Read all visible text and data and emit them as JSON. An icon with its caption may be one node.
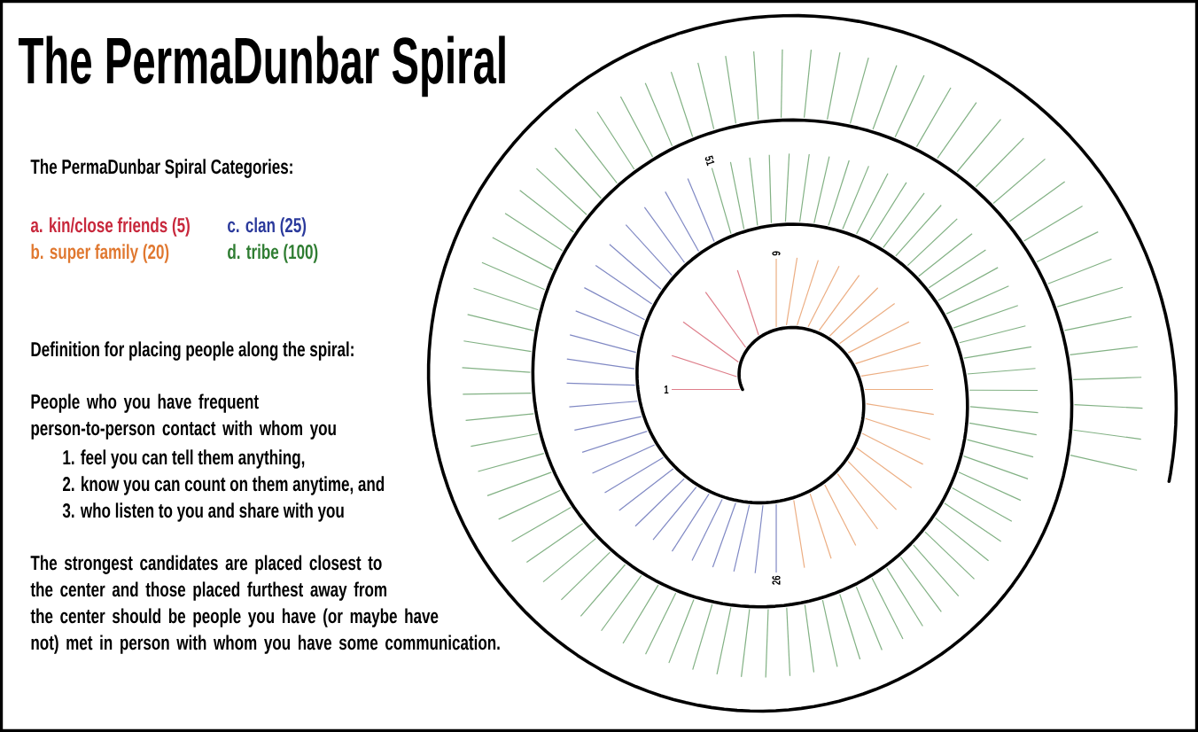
{
  "diagram": {
    "title": "The PermaDunbar Spiral",
    "labels": [
      "The PermaDunbar Spiral Categories:",
      "Definition for placing people along the spiral:",
      "People who you have frequent person-to-person contact with whom you",
      "1. feel you can tell them anything,",
      "2. know you can count on them anytime, and",
      "3. who listen to you and share with you",
      "The strongest candidates are placed closest to the center and those placed furthest away from the center should be people you have (or maybe have not) met in person with whom you have some communication.",
      "1",
      "6",
      "26",
      "51"
    ],
    "legend": [
      {
        "text": "a. kin/close friends (5)",
        "color": "#c8283c"
      },
      {
        "text": "b. super family (20)",
        "color": "#e07830"
      },
      {
        "text": "c. clan (25)",
        "color": "#2b3a9c"
      },
      {
        "text": "d. tribe (100)",
        "color": "#2f7d32"
      }
    ]
  }
}
